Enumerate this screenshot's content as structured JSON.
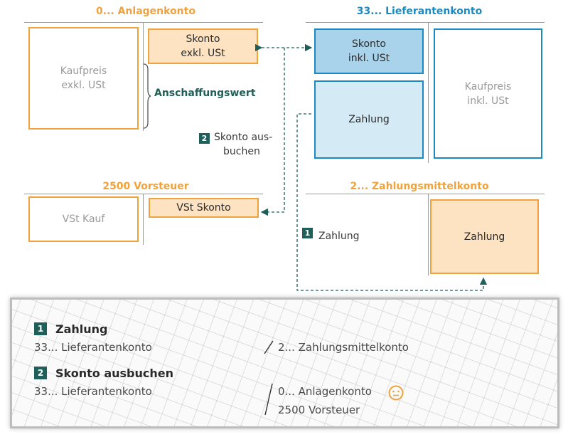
{
  "accounts": {
    "anlagen": {
      "title": "0... Anlagenkonto",
      "left_box": [
        "Kaufpreis",
        "exkl. USt"
      ],
      "right_box": [
        "Skonto",
        "exkl. USt"
      ],
      "brace_label": "Anschaffungswert"
    },
    "lieferanten": {
      "title": "33... Lieferantenkonto",
      "left_box_1": [
        "Skonto",
        "inkl. USt"
      ],
      "left_box_2": "Zahlung",
      "right_box": [
        "Kaufpreis",
        "inkl. USt"
      ]
    },
    "vorsteuer": {
      "title": "2500 Vorsteuer",
      "left_box": "VSt Kauf",
      "right_box": "VSt Skonto"
    },
    "zahlungsmittel": {
      "title": "2... Zahlungsmittelkonto",
      "right_box": "Zahlung"
    }
  },
  "flows": {
    "step2": {
      "num": "2",
      "label_line1": "Skonto aus-",
      "label_line2": "buchen"
    },
    "step1": {
      "num": "1",
      "label": "Zahlung"
    }
  },
  "summary": {
    "entry1": {
      "num": "1",
      "title": "Zahlung",
      "debit": "33... Lieferantenkonto",
      "credit": "2... Zahlungsmittelkonto"
    },
    "entry2": {
      "num": "2",
      "title": "Skonto ausbuchen",
      "debit": "33... Lieferantenkonto",
      "credit_1": "0... Anlagenkonto",
      "credit_2": "2500 Vorsteuer"
    }
  },
  "colors": {
    "orange": "#f0a23c",
    "orange_fill": "#fde3c2",
    "blue": "#1a8ac0",
    "blue_fill": "#a8d3ea",
    "blue_light": "#d4ebf6",
    "teal": "#1f5f5a"
  },
  "icons": [
    "brace-icon",
    "dashed-arrow-icon",
    "neutral-face-icon",
    "slash-separator-icon"
  ]
}
